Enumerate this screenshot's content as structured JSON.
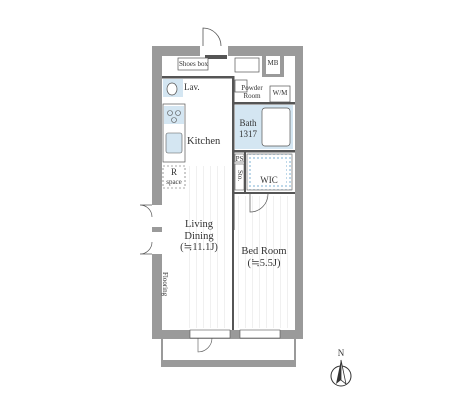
{
  "floorplan": {
    "rooms": {
      "shoes_box": "Shoes box",
      "mb": "MB",
      "lav": "Lav.",
      "powder_room": "Powder Room",
      "wm": "W/M",
      "bath": "Bath",
      "bath_size": "1317",
      "kitchen": "Kitchen",
      "ps": "PS",
      "sto": "Sto.",
      "wic": "WIC",
      "r_label": "R",
      "r_sub": "space",
      "living_line1": "Living",
      "living_line2": "Dining",
      "living_area": "(≒11.1J)",
      "bedroom": "Bed Room",
      "bedroom_area": "(≒5.5J)",
      "flooring": "Flooring"
    },
    "compass": "N"
  },
  "colors": {
    "wall": "#9a9a9a",
    "wet_area": "#d4e6f2",
    "wet_dots": "#8fbcd9",
    "floor_line": "#d9d9d9",
    "text": "#333333"
  }
}
